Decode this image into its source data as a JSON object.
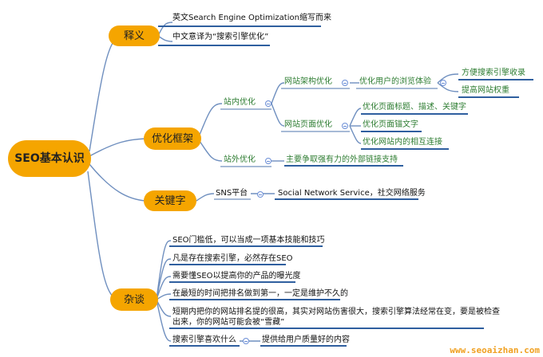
{
  "root": {
    "label": "SEO基本认识"
  },
  "branches": {
    "meaning": {
      "label": "释义",
      "items": [
        "英文Search Engine Optimization缩写而来",
        "中文意译为“搜索引擎优化”"
      ]
    },
    "optimize": {
      "label": "优化框架",
      "onsite": {
        "label": "站内优化",
        "structure": {
          "label": "网站架构优化",
          "child": {
            "label": "优化用户的浏览体验",
            "items": [
              "方便搜索引擎收录",
              "提高网站权重"
            ]
          }
        },
        "page": {
          "label": "网站页面优化",
          "items": [
            "优化页面标题、描述、关键字",
            "优化页面锚文字",
            "优化网站内的相互连接"
          ]
        }
      },
      "offsite": {
        "label": "站外优化",
        "item": "主要争取强有力的外部链接支持"
      }
    },
    "keyword": {
      "label": "关键字",
      "item": {
        "label": "SNS平台",
        "desc": "Social Network Service，社交网络服务"
      }
    },
    "misc": {
      "label": "杂谈",
      "items": [
        "SEO门槛低，可以当成一项基本技能和技巧",
        "凡是存在搜索引擎，必然存在SEO",
        "需要懂SEO以提高你的产品的曝光度",
        "在最短的时间把排名做到第一，一定是维护不久的",
        "短期内把你的网站排名提的很高，其实对网站伤害很大，搜索引擎算法经常在变，要是被检查",
        "出来，你的网站可能会被“雪藏”"
      ],
      "last": {
        "label": "搜索引擎喜欢什么",
        "desc": "提供给用户质量好的内容"
      }
    }
  },
  "watermark": "www.seoaizhan.com",
  "colors": {
    "orange": "#f5a500",
    "branch": "#8aa3c8",
    "underline": "#2f5f9f",
    "green": "#2e7d32"
  }
}
